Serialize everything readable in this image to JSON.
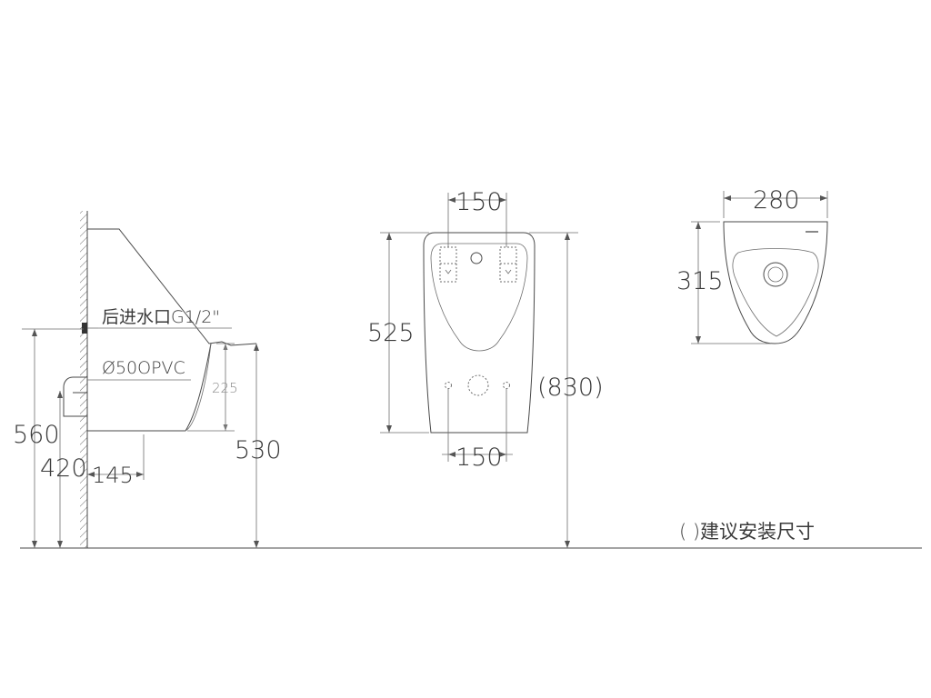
{
  "side_view": {
    "inlet_label": "后进水口G1/2\"",
    "outlet_label": "Ø50OPVC",
    "dims": {
      "total_height": "560",
      "outlet_height": "420",
      "depth": "145",
      "inner_height": "225",
      "lip_height": "530"
    }
  },
  "front_view": {
    "dims": {
      "top_spacing": "150",
      "bottom_spacing": "150",
      "body_height": "525",
      "install_height": "(830)"
    }
  },
  "top_view": {
    "dims": {
      "width": "280",
      "depth": "315"
    }
  },
  "note": "( )建议安装尺寸"
}
